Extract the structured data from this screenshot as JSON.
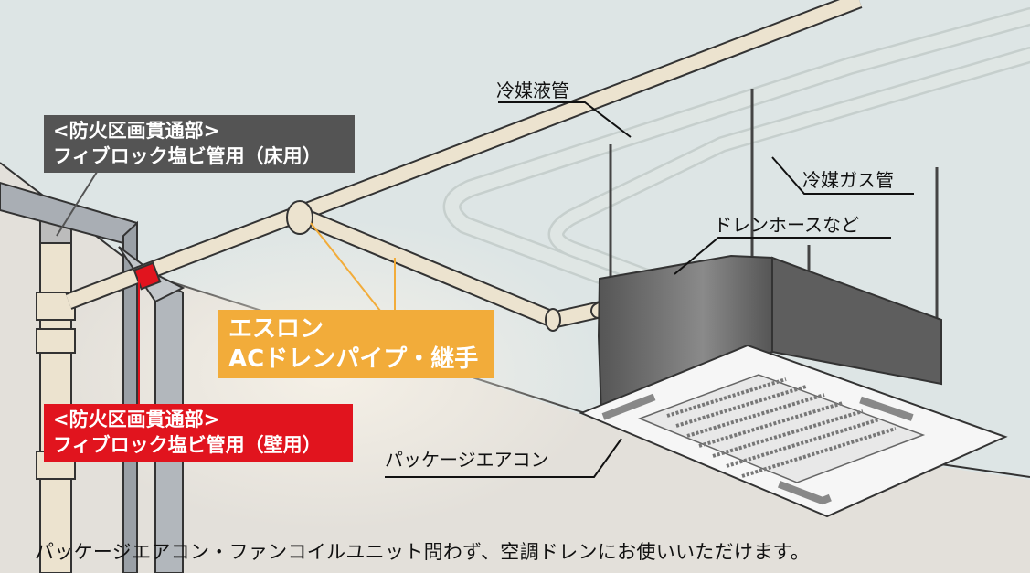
{
  "labels": {
    "floor_fire": {
      "line1": "<防火区画貫通部>",
      "line2": "フィブロック塩ビ管用（床用）",
      "color": "#545454"
    },
    "wall_fire": {
      "line1": "<防火区画貫通部>",
      "line2": "フィブロック塩ビ管用（壁用）",
      "color": "#e1141e"
    },
    "eslon": {
      "line1": "エスロン",
      "line2": "ACドレンパイプ・継手",
      "color": "#f2ac3a"
    }
  },
  "callouts": {
    "refrigerant_liquid": "冷媒液管",
    "refrigerant_gas": "冷媒ガス管",
    "drain_hose": "ドレンホースなど",
    "package_ac": "パッケージエアコン"
  },
  "caption": "パッケージエアコン・ファンコイルユニット問わず、空調ドレンにお使いいただけます。"
}
